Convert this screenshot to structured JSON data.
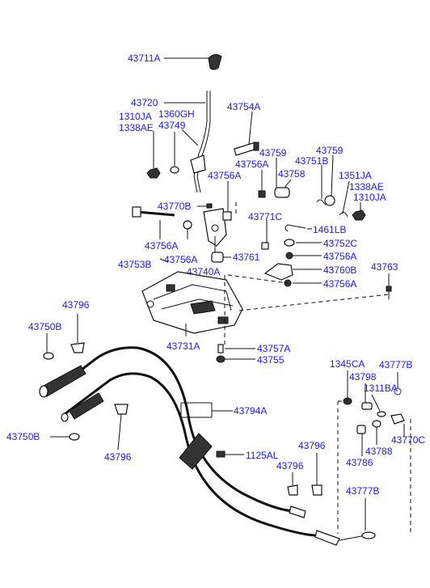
{
  "labels": {
    "l43711A": "43711A",
    "l43720": "43720",
    "l1360GH": "1360GH",
    "l1310JA_a": "1310JA",
    "l43749": "43749",
    "l1338AE_a": "1338AE",
    "l43754A": "43754A",
    "l43759_a": "43759",
    "l43756A_a": "43756A",
    "l43758": "43758",
    "l43751B": "43751B",
    "l43759_b": "43759",
    "l1351JA": "1351JA",
    "l1338AE_b": "1338AE",
    "l1310JA_b": "1310JA",
    "l43756A_b": "43756A",
    "l43770B": "43770B",
    "l43771C": "43771C",
    "l1461LB": "1461LB",
    "l43752C": "43752C",
    "l43756A_c": "43756A",
    "l43756A_d": "43756A",
    "l43756A_e": "43756A",
    "l43761": "43761",
    "l43753B": "43753B",
    "l43740A": "43740A",
    "l43760B": "43760B",
    "l43763": "43763",
    "l43756A_f": "43756A",
    "l43796_a": "43796",
    "l43750B_a": "43750B",
    "l43731A": "43731A",
    "l43757A": "43757A",
    "l43755": "43755",
    "l1345CA": "1345CA",
    "l43777B_a": "43777B",
    "l43798": "43798",
    "l1311BA": "1311BA",
    "l43794A": "43794A",
    "l43770C": "43770C",
    "l43788": "43788",
    "l43786": "43786",
    "l43750B_b": "43750B",
    "l1125AL": "1125AL",
    "l43796_b": "43796",
    "l43796_c": "43796",
    "l43796_d": "43796",
    "l43777B_b": "43777B"
  }
}
